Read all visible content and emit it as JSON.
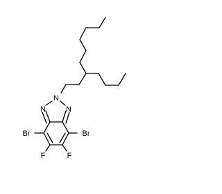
{
  "molecule": {
    "atoms": {
      "br_left": "Br",
      "br_right": "Br",
      "f_left": "F",
      "f_right": "F",
      "n_top": "N",
      "n_left": "N",
      "n_right": "N"
    }
  }
}
